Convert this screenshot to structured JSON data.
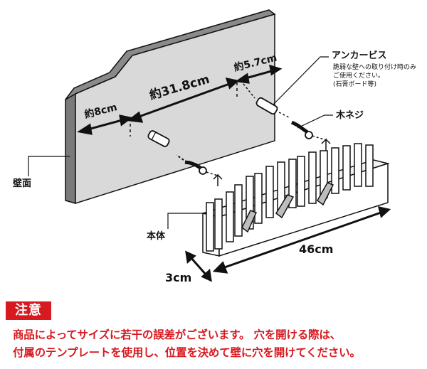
{
  "labels": {
    "anchor_title": "アンカービス",
    "anchor_note_1": "脆弱な壁への取り付け時のみ",
    "anchor_note_2": "ご使用ください。",
    "anchor_note_3": "(石膏ボード等)",
    "wood_screw": "木ネジ",
    "wall": "壁面",
    "body": "本体"
  },
  "dimensions": {
    "left_margin": "約8cm",
    "hole_spacing": "約31.8cm",
    "right_margin": "約5.7cm",
    "depth": "3cm",
    "width": "46cm"
  },
  "notice": {
    "badge": "注意",
    "line1": "商品によってサイズに若干の誤差がございます。 穴を開ける際は、",
    "line2": "付属のテンプレートを使用し、位置を決めて壁に穴を開けてください。"
  },
  "colors": {
    "wall_face": "#d9d9d9",
    "wall_side": "#7a7a7a",
    "notice_red": "#d71920",
    "line": "#111111"
  }
}
